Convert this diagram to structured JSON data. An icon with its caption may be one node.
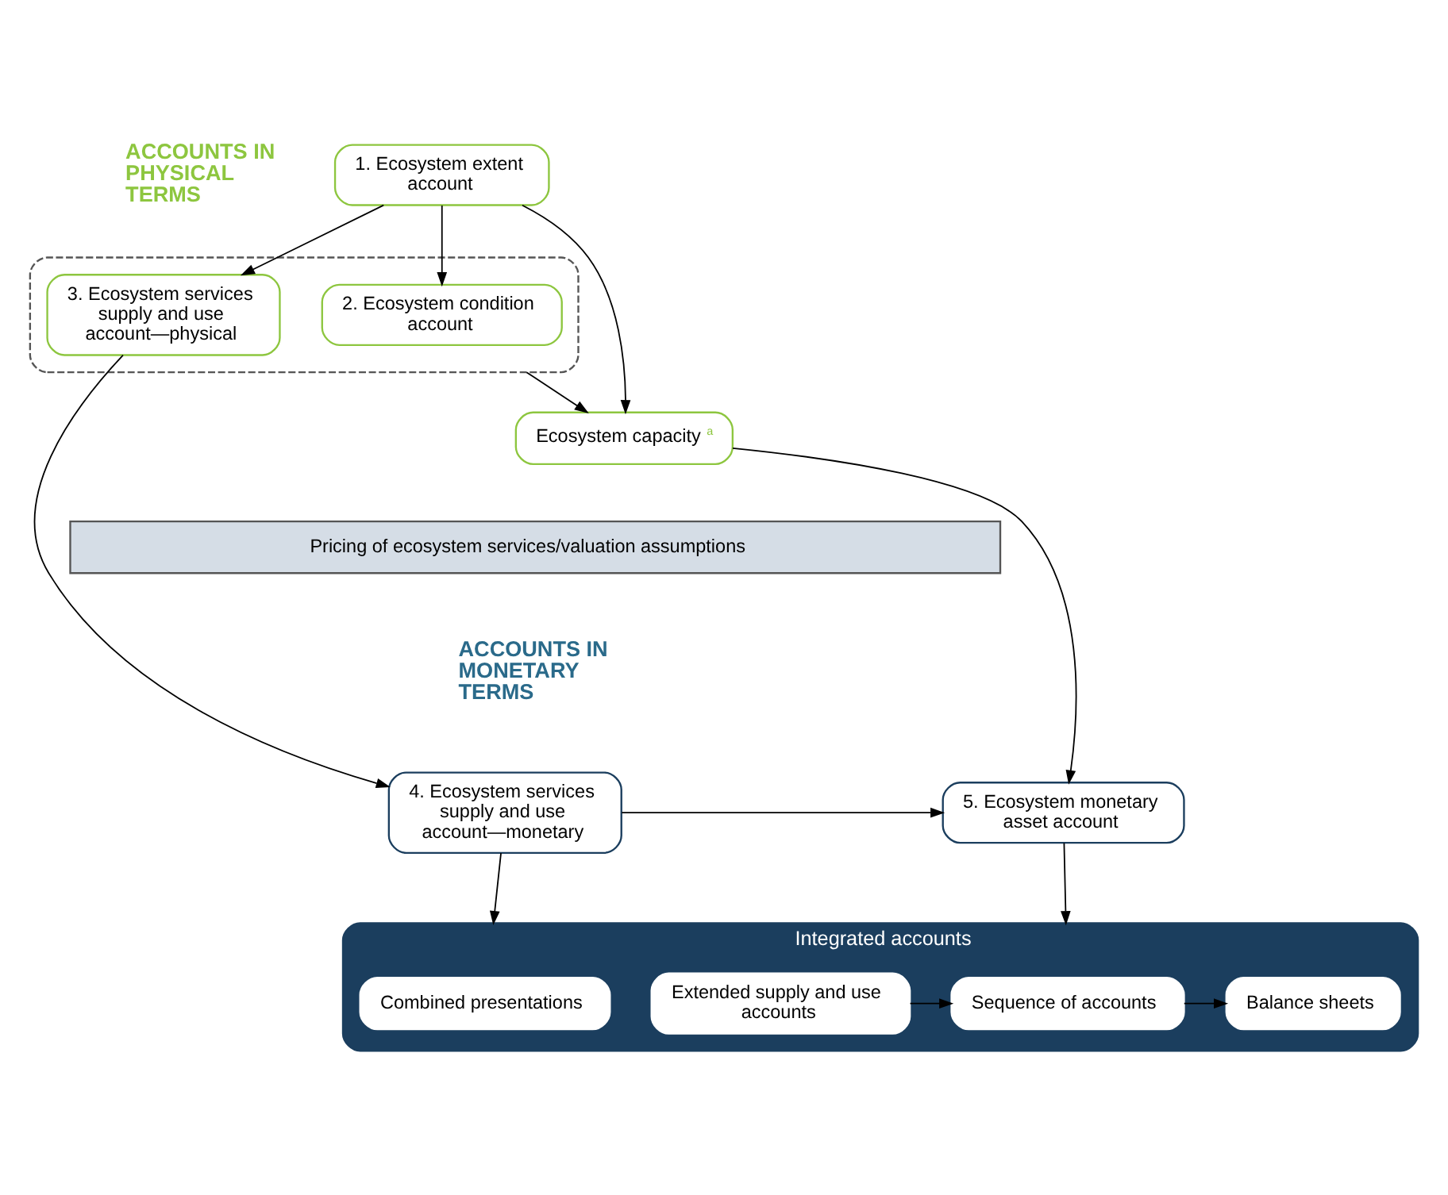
{
  "diagram": {
    "nodes": [
      {
        "text": [
          "1. Ecosystem extent account"
        ]
      },
      {
        "text": [],
        "shape": "box"
      },
      {
        "text": [
          "2. Ecosystem condition account"
        ],
        "in": 1
      },
      {
        "text": [
          "3. Ecosystem services supply and use account—physical"
        ],
        "in": 1
      },
      {
        "text": [
          "Ecosystem capacity$^{a}$"
        ]
      },
      {
        "text": [
          "Pricing of ecosystem services/valuation assumptions"
        ]
      },
      {
        "text": [
          "4. Ecosystem services supply and use account—monetary"
        ]
      },
      {
        "text": [
          "5. Ecosystem monetary asset account"
        ]
      },
      {
        "text": [
          "Integrated accounts"
        ]
      },
      {
        "text": [
          "Combined presentations"
        ],
        "in": 8
      },
      {
        "text": [
          "Extended supply and use accounts"
        ],
        "in": 8
      },
      {
        "text": [
          "Sequence of accounts"
        ],
        "in": 8
      },
      {
        "text": [
          "Balance sheets"
        ],
        "in": 8
      }
    ],
    "edges": [
      {
        "from": 0,
        "to": 2,
        "arrow": "to"
      },
      {
        "from": 0,
        "to": 3,
        "arrow": "to"
      },
      {
        "from": 0,
        "to": 4,
        "arrow": "to"
      },
      {
        "from": 1,
        "to": 4,
        "arrow": "to"
      },
      {
        "from": 3,
        "to": 6,
        "arrow": "to"
      },
      {
        "from": 4,
        "to": 7,
        "arrow": "to"
      },
      {
        "from": 6,
        "to": 7,
        "arrow": "to"
      },
      {
        "from": 6,
        "to": 8,
        "arrow": "to"
      },
      {
        "from": 7,
        "to": 8,
        "arrow": "to"
      },
      {
        "from": 10,
        "to": 11,
        "arrow": "to"
      },
      {
        "from": 11,
        "to": 12,
        "arrow": "to"
      }
    ],
    "labels": [
      "ACCOUNTS IN PHYSICAL TERMS",
      "ACCOUNTS IN MONETARY TERMS"
    ]
  }
}
